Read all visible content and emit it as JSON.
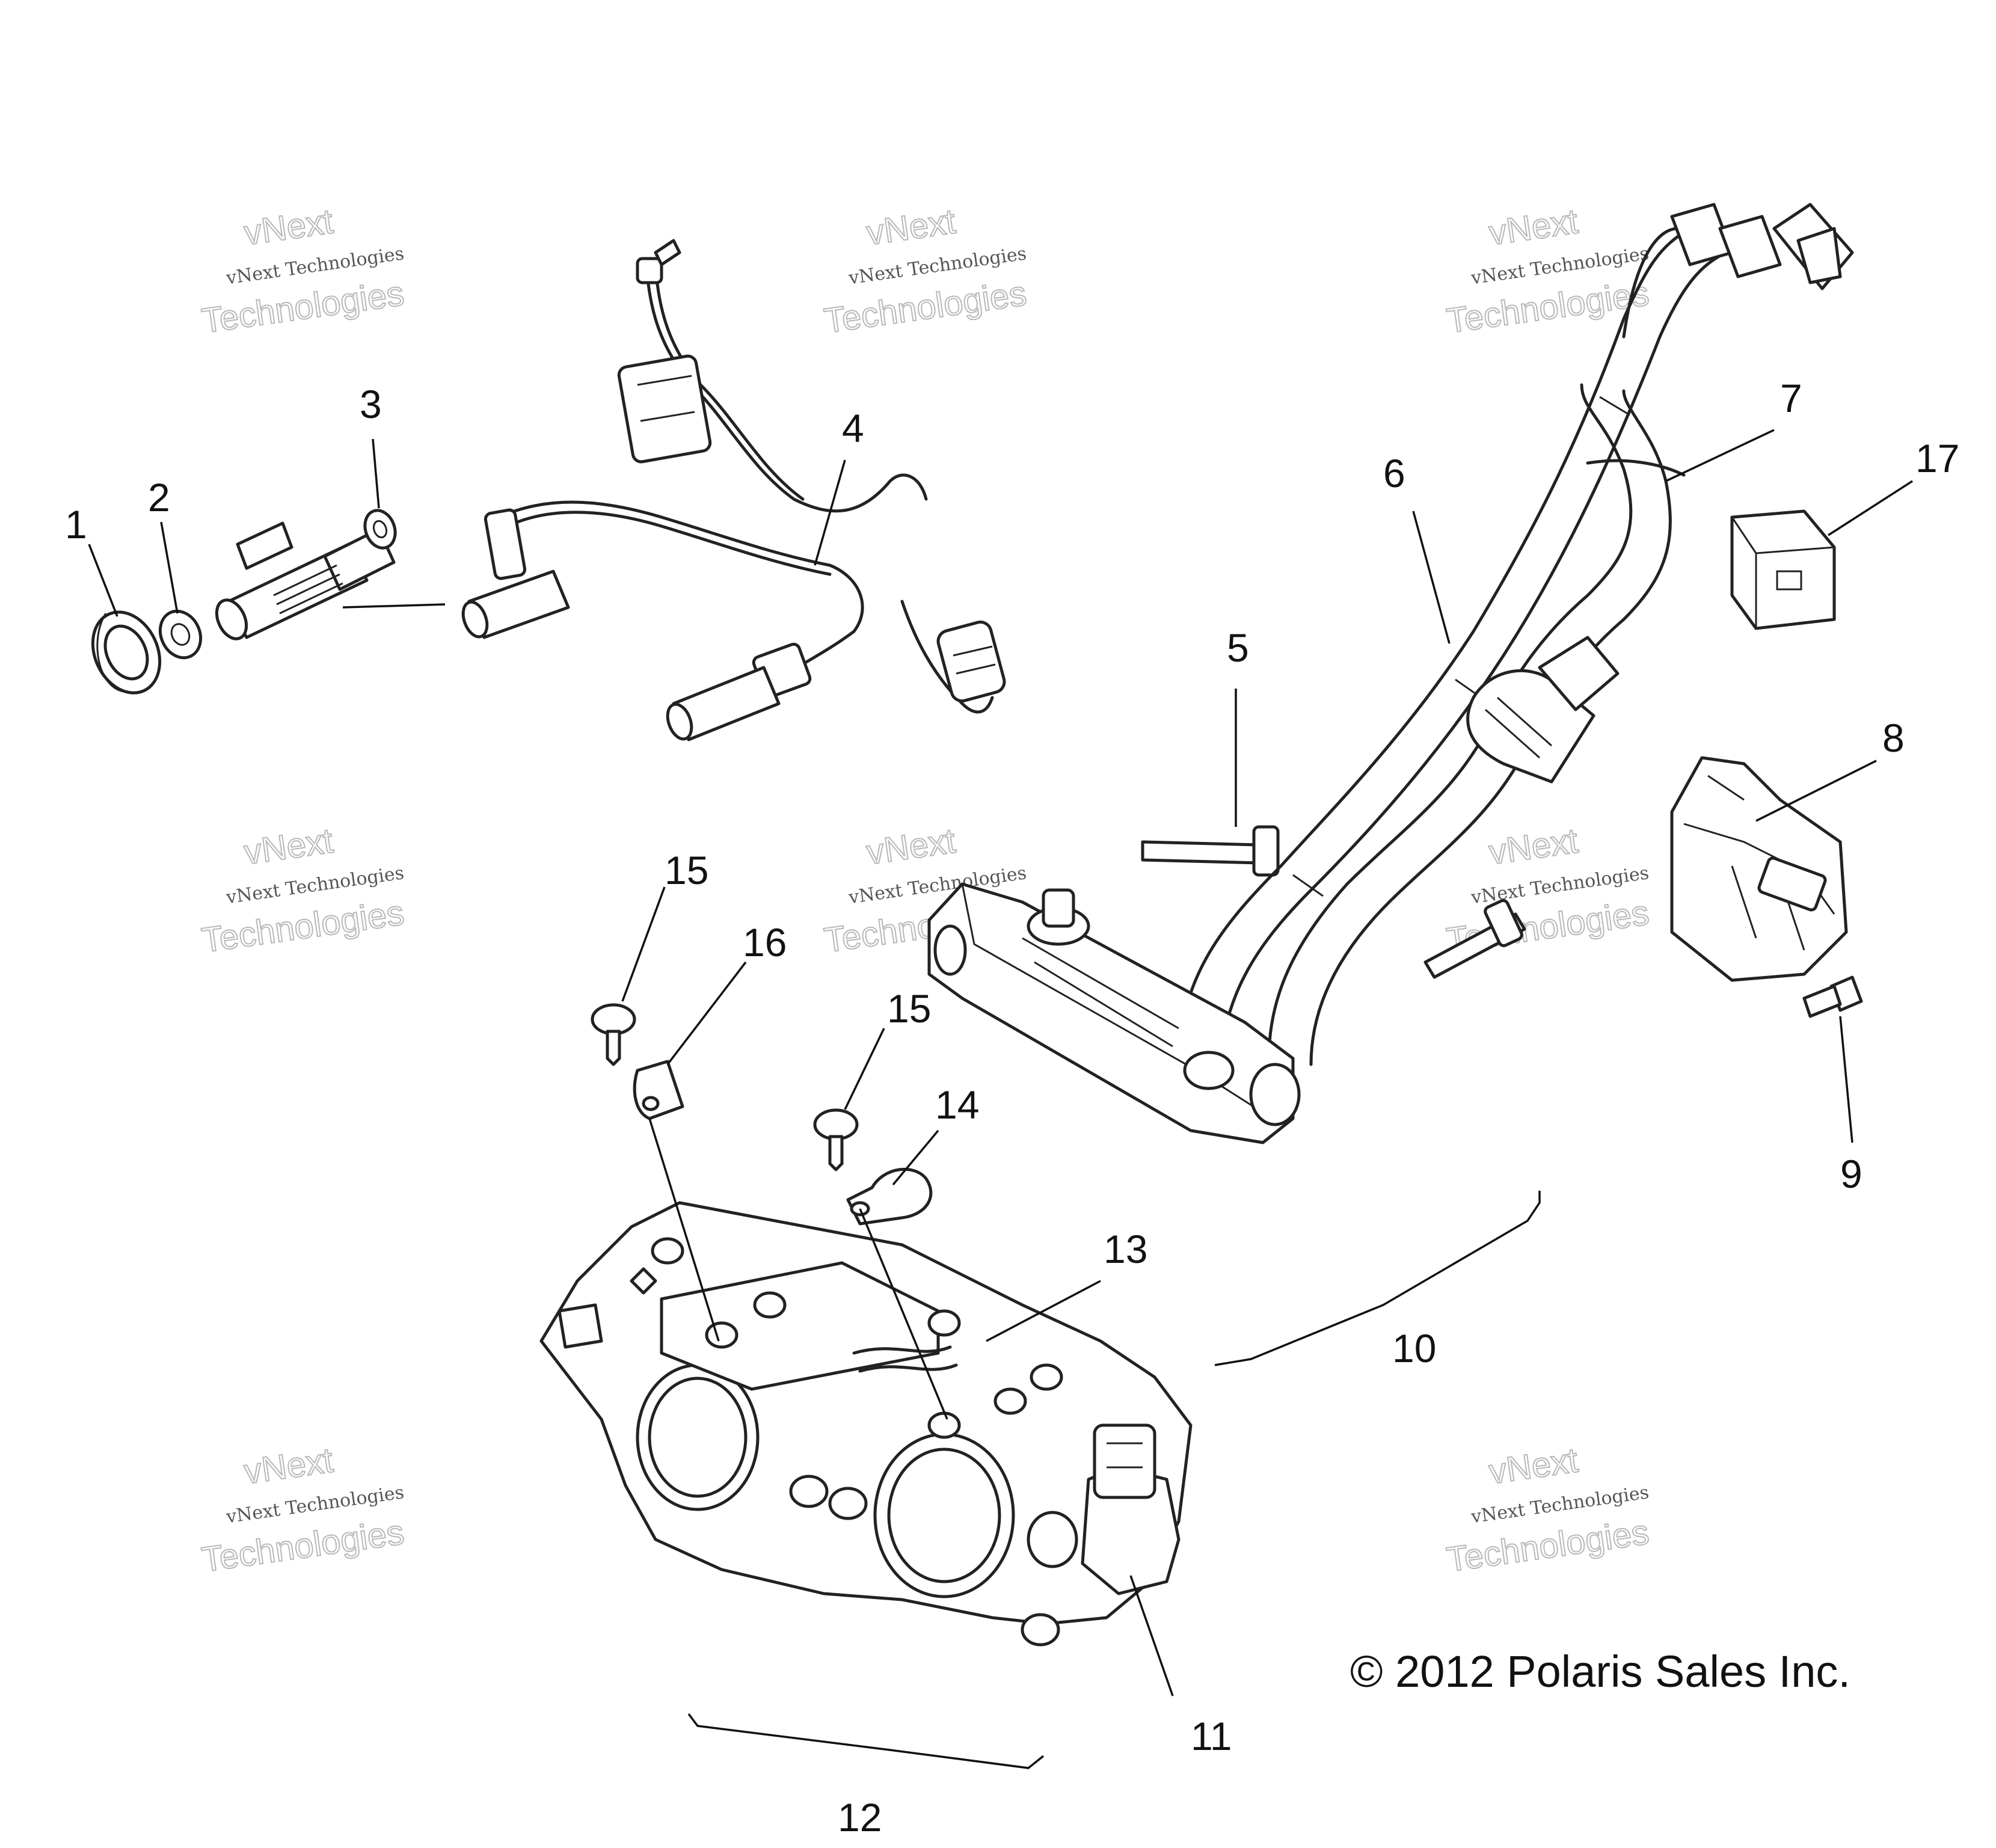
{
  "callouts": [
    "1",
    "2",
    "3",
    "4",
    "5",
    "6",
    "7",
    "8",
    "9",
    "10",
    "11",
    "12",
    "13",
    "14",
    "15",
    "15",
    "16",
    "17"
  ],
  "watermark": {
    "line1": "vNext Technologies",
    "line2": "vNext",
    "line3": "Technologies"
  },
  "copyright": "© 2012 Polaris Sales Inc."
}
